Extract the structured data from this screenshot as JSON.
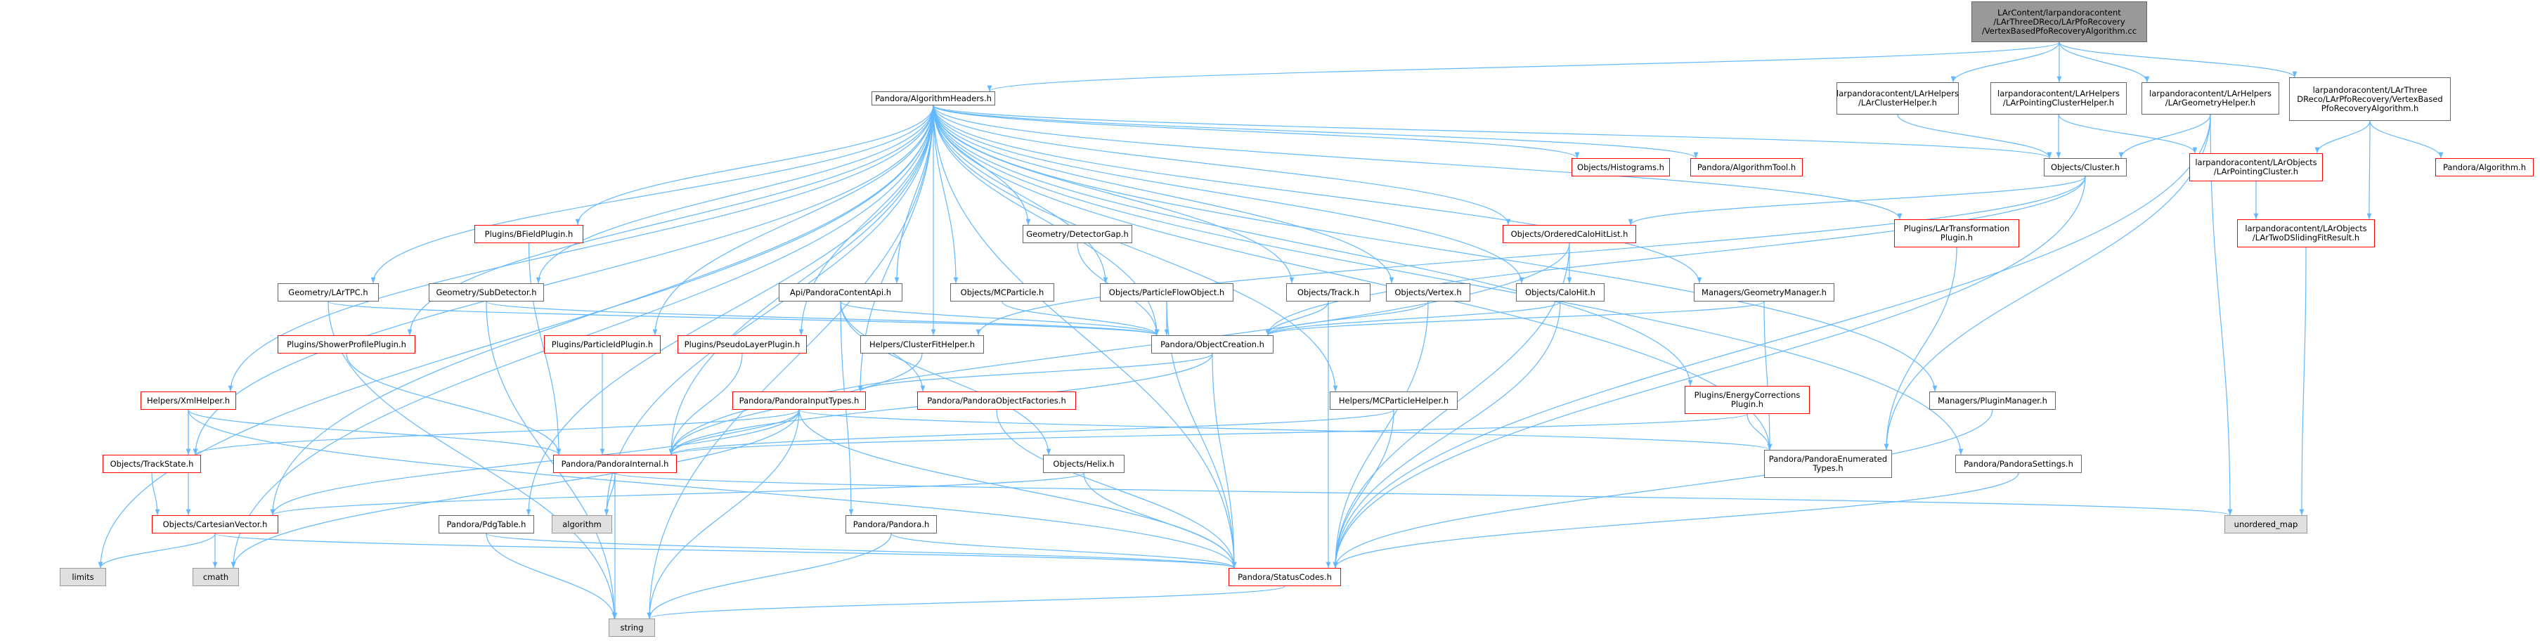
{
  "colors": {
    "edge": "#63b8ff",
    "node_border": "#666666",
    "missing_border": "#ff0000",
    "external_fill": "#e0e0e0",
    "root_fill": "#999999"
  },
  "nodes": [
    {
      "id": "root",
      "label": "LArContent/larpandoracontent\n/LArThreeDReco/LArPfoRecovery\n/VertexBasedPfoRecoveryAlgorithm.cc",
      "kind": "root"
    },
    {
      "id": "alghead",
      "label": "Pandora/AlgorithmHeaders.h",
      "kind": "normal"
    },
    {
      "id": "lch",
      "label": "larpandoracontent/LArHelpers\n/LArClusterHelper.h",
      "kind": "normal"
    },
    {
      "id": "lpch",
      "label": "larpandoracontent/LArHelpers\n/LArPointingClusterHelper.h",
      "kind": "normal"
    },
    {
      "id": "lgh",
      "label": "larpandoracontent/LArHelpers\n/LArGeometryHelper.h",
      "kind": "normal"
    },
    {
      "id": "vbpra",
      "label": "larpandoracontent/LArThree\nDReco/LArPfoRecovery/VertexBased\nPfoRecoveryAlgorithm.h",
      "kind": "normal"
    },
    {
      "id": "hist",
      "label": "Objects/Histograms.h",
      "kind": "missing"
    },
    {
      "id": "algtool",
      "label": "Pandora/AlgorithmTool.h",
      "kind": "missing"
    },
    {
      "id": "cluster",
      "label": "Objects/Cluster.h",
      "kind": "normal"
    },
    {
      "id": "lpc",
      "label": "larpandoracontent/LArObjects\n/LArPointingCluster.h",
      "kind": "missing"
    },
    {
      "id": "palg",
      "label": "Pandora/Algorithm.h",
      "kind": "missing"
    },
    {
      "id": "bfield",
      "label": "Plugins/BFieldPlugin.h",
      "kind": "missing"
    },
    {
      "id": "detgap",
      "label": "Geometry/DetectorGap.h",
      "kind": "normal"
    },
    {
      "id": "ocl",
      "label": "Objects/OrderedCaloHitList.h",
      "kind": "missing"
    },
    {
      "id": "ltp",
      "label": "Plugins/LArTransformation\nPlugin.h",
      "kind": "missing"
    },
    {
      "id": "ltd",
      "label": "larpandoracontent/LArObjects\n/LArTwoDSlidingFitResult.h",
      "kind": "missing"
    },
    {
      "id": "tpc",
      "label": "Geometry/LArTPC.h",
      "kind": "normal"
    },
    {
      "id": "subdet",
      "label": "Geometry/SubDetector.h",
      "kind": "normal"
    },
    {
      "id": "api",
      "label": "Api/PandoraContentApi.h",
      "kind": "normal"
    },
    {
      "id": "mcp",
      "label": "Objects/MCParticle.h",
      "kind": "normal"
    },
    {
      "id": "pfo",
      "label": "Objects/ParticleFlowObject.h",
      "kind": "normal"
    },
    {
      "id": "track",
      "label": "Objects/Track.h",
      "kind": "normal"
    },
    {
      "id": "vertex",
      "label": "Objects/Vertex.h",
      "kind": "normal"
    },
    {
      "id": "calohit",
      "label": "Objects/CaloHit.h",
      "kind": "normal"
    },
    {
      "id": "geomgr",
      "label": "Managers/GeometryManager.h",
      "kind": "normal"
    },
    {
      "id": "shower",
      "label": "Plugins/ShowerProfilePlugin.h",
      "kind": "missing"
    },
    {
      "id": "pid",
      "label": "Plugins/ParticleIdPlugin.h",
      "kind": "missing"
    },
    {
      "id": "pseudo",
      "label": "Plugins/PseudoLayerPlugin.h",
      "kind": "missing"
    },
    {
      "id": "cfh",
      "label": "Helpers/ClusterFitHelper.h",
      "kind": "normal"
    },
    {
      "id": "objcre",
      "label": "Pandora/ObjectCreation.h",
      "kind": "normal"
    },
    {
      "id": "xml",
      "label": "Helpers/XmlHelper.h",
      "kind": "missing"
    },
    {
      "id": "pit",
      "label": "Pandora/PandoraInputTypes.h",
      "kind": "missing"
    },
    {
      "id": "pof",
      "label": "Pandora/PandoraObjectFactories.h",
      "kind": "missing"
    },
    {
      "id": "mcph",
      "label": "Helpers/MCParticleHelper.h",
      "kind": "normal"
    },
    {
      "id": "ecp",
      "label": "Plugins/EnergyCorrections\nPlugin.h",
      "kind": "missing"
    },
    {
      "id": "plugmgr",
      "label": "Managers/PluginManager.h",
      "kind": "normal"
    },
    {
      "id": "ts",
      "label": "Objects/TrackState.h",
      "kind": "missing"
    },
    {
      "id": "pint",
      "label": "Pandora/PandoraInternal.h",
      "kind": "missing"
    },
    {
      "id": "helix",
      "label": "Objects/Helix.h",
      "kind": "normal"
    },
    {
      "id": "penum",
      "label": "Pandora/PandoraEnumerated\nTypes.h",
      "kind": "normal"
    },
    {
      "id": "psettings",
      "label": "Pandora/PandoraSettings.h",
      "kind": "normal"
    },
    {
      "id": "pdg",
      "label": "Pandora/PdgTable.h",
      "kind": "normal"
    },
    {
      "id": "algo",
      "label": "algorithm",
      "kind": "external"
    },
    {
      "id": "pandora",
      "label": "Pandora/Pandora.h",
      "kind": "normal"
    },
    {
      "id": "umap",
      "label": "unordered_map",
      "kind": "external"
    },
    {
      "id": "cv",
      "label": "Objects/CartesianVector.h",
      "kind": "missing"
    },
    {
      "id": "limits",
      "label": "limits",
      "kind": "external"
    },
    {
      "id": "cmath",
      "label": "cmath",
      "kind": "external"
    },
    {
      "id": "status",
      "label": "Pandora/StatusCodes.h",
      "kind": "missing"
    },
    {
      "id": "string",
      "label": "string",
      "kind": "external"
    }
  ],
  "edges": [
    [
      "root",
      "alghead"
    ],
    [
      "root",
      "lch"
    ],
    [
      "root",
      "lpch"
    ],
    [
      "root",
      "lgh"
    ],
    [
      "root",
      "vbpra"
    ],
    [
      "alghead",
      "hist"
    ],
    [
      "alghead",
      "algtool"
    ],
    [
      "alghead",
      "cluster"
    ],
    [
      "alghead",
      "bfield"
    ],
    [
      "alghead",
      "detgap"
    ],
    [
      "alghead",
      "ocl"
    ],
    [
      "alghead",
      "ltp"
    ],
    [
      "alghead",
      "tpc"
    ],
    [
      "alghead",
      "subdet"
    ],
    [
      "alghead",
      "api"
    ],
    [
      "alghead",
      "mcp"
    ],
    [
      "alghead",
      "pfo"
    ],
    [
      "alghead",
      "track"
    ],
    [
      "alghead",
      "vertex"
    ],
    [
      "alghead",
      "calohit"
    ],
    [
      "alghead",
      "geomgr"
    ],
    [
      "alghead",
      "shower"
    ],
    [
      "alghead",
      "pid"
    ],
    [
      "alghead",
      "pseudo"
    ],
    [
      "alghead",
      "cfh"
    ],
    [
      "alghead",
      "objcre"
    ],
    [
      "alghead",
      "xml"
    ],
    [
      "alghead",
      "pit"
    ],
    [
      "alghead",
      "mcph"
    ],
    [
      "alghead",
      "ecp"
    ],
    [
      "alghead",
      "plugmgr"
    ],
    [
      "alghead",
      "ts"
    ],
    [
      "alghead",
      "pint"
    ],
    [
      "alghead",
      "penum"
    ],
    [
      "alghead",
      "psettings"
    ],
    [
      "alghead",
      "pdg"
    ],
    [
      "alghead",
      "algo"
    ],
    [
      "alghead",
      "cv"
    ],
    [
      "alghead",
      "limits"
    ],
    [
      "alghead",
      "cmath"
    ],
    [
      "alghead",
      "status"
    ],
    [
      "alghead",
      "string"
    ],
    [
      "lch",
      "cluster"
    ],
    [
      "lpch",
      "cluster"
    ],
    [
      "lpch",
      "lpc"
    ],
    [
      "lgh",
      "cluster"
    ],
    [
      "lgh",
      "penum"
    ],
    [
      "lgh",
      "status"
    ],
    [
      "lgh",
      "umap"
    ],
    [
      "vbpra",
      "lpc"
    ],
    [
      "vbpra",
      "ltd"
    ],
    [
      "vbpra",
      "palg"
    ],
    [
      "cluster",
      "ocl"
    ],
    [
      "cluster",
      "objcre"
    ],
    [
      "cluster",
      "status"
    ],
    [
      "cluster",
      "cfh"
    ],
    [
      "lpc",
      "ltd"
    ],
    [
      "ltd",
      "umap"
    ],
    [
      "bfield",
      "pint"
    ],
    [
      "detgap",
      "objcre"
    ],
    [
      "ocl",
      "calohit"
    ],
    [
      "ocl",
      "pint"
    ],
    [
      "ocl",
      "status"
    ],
    [
      "ltp",
      "penum"
    ],
    [
      "tpc",
      "objcre"
    ],
    [
      "tpc",
      "string"
    ],
    [
      "subdet",
      "objcre"
    ],
    [
      "subdet",
      "string"
    ],
    [
      "api",
      "objcre"
    ],
    [
      "api",
      "pof"
    ],
    [
      "api",
      "pandora"
    ],
    [
      "api",
      "helix"
    ],
    [
      "mcp",
      "objcre"
    ],
    [
      "pfo",
      "objcre"
    ],
    [
      "pfo",
      "status"
    ],
    [
      "track",
      "objcre"
    ],
    [
      "track",
      "status"
    ],
    [
      "vertex",
      "objcre"
    ],
    [
      "vertex",
      "status"
    ],
    [
      "calohit",
      "objcre"
    ],
    [
      "calohit",
      "status"
    ],
    [
      "geomgr",
      "objcre"
    ],
    [
      "geomgr",
      "penum"
    ],
    [
      "shower",
      "pint"
    ],
    [
      "pid",
      "pint"
    ],
    [
      "pseudo",
      "pint"
    ],
    [
      "cfh",
      "pint"
    ],
    [
      "objcre",
      "pit"
    ],
    [
      "objcre",
      "status"
    ],
    [
      "objcre",
      "pint"
    ],
    [
      "xml",
      "ts"
    ],
    [
      "xml",
      "pint"
    ],
    [
      "xml",
      "cv"
    ],
    [
      "xml",
      "status"
    ],
    [
      "pit",
      "ts"
    ],
    [
      "pit",
      "pint"
    ],
    [
      "pit",
      "penum"
    ],
    [
      "pit",
      "cv"
    ],
    [
      "pit",
      "status"
    ],
    [
      "pit",
      "string"
    ],
    [
      "pit",
      "cmath"
    ],
    [
      "pof",
      "status"
    ],
    [
      "mcph",
      "pint"
    ],
    [
      "mcph",
      "status"
    ],
    [
      "ecp",
      "pint"
    ],
    [
      "ecp",
      "penum"
    ],
    [
      "plugmgr",
      "status"
    ],
    [
      "ts",
      "cv"
    ],
    [
      "pint",
      "algo"
    ],
    [
      "pint",
      "string"
    ],
    [
      "pint",
      "umap"
    ],
    [
      "helix",
      "cv"
    ],
    [
      "helix",
      "status"
    ],
    [
      "psettings",
      "status"
    ],
    [
      "pdg",
      "status"
    ],
    [
      "pdg",
      "string"
    ],
    [
      "pandora",
      "status"
    ],
    [
      "pandora",
      "string"
    ],
    [
      "cv",
      "limits"
    ],
    [
      "cv",
      "cmath"
    ],
    [
      "cv",
      "status"
    ],
    [
      "status",
      "string"
    ]
  ]
}
